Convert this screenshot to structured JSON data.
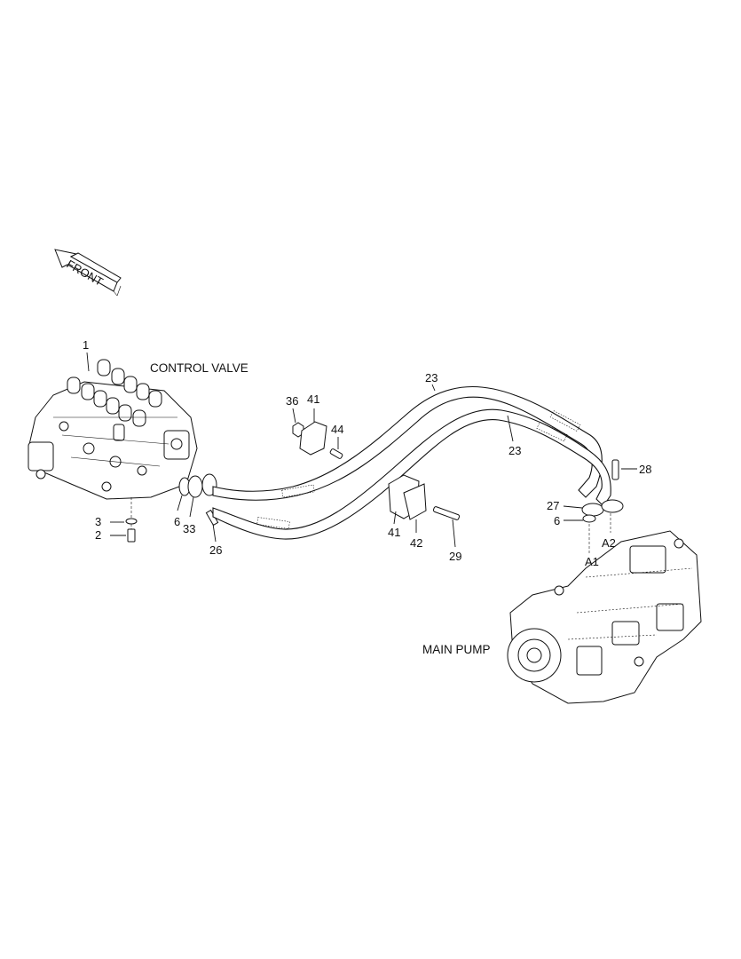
{
  "labels": {
    "front": "FRONT",
    "control_valve": "CONTROL VALVE",
    "main_pump": "MAIN PUMP",
    "callouts": {
      "c1": "1",
      "c2": "2",
      "c3": "3",
      "c6a": "6",
      "c6b": "6",
      "c23a": "23",
      "c23b": "23",
      "c26": "26",
      "c27": "27",
      "c28": "28",
      "c29": "29",
      "c33": "33",
      "c36": "36",
      "c41a": "41",
      "c41b": "41",
      "c42": "42",
      "c44": "44",
      "a1": "A1",
      "a2": "A2"
    }
  }
}
